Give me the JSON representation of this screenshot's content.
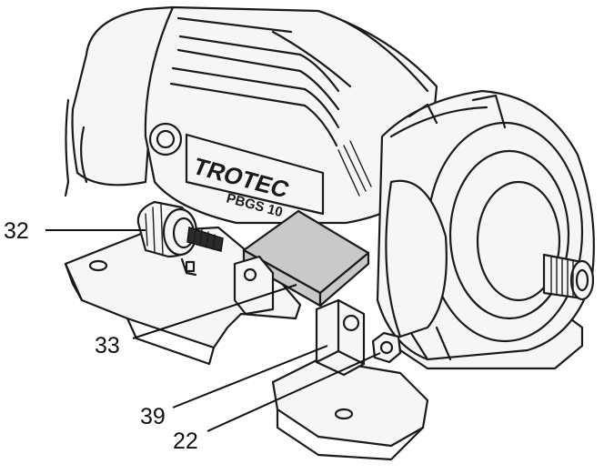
{
  "brand": {
    "logo_text": "TROTEC",
    "model_text": "PBGS 10"
  },
  "callouts": [
    {
      "label": "32"
    },
    {
      "label": "33"
    },
    {
      "label": "39"
    },
    {
      "label": "22"
    }
  ],
  "colors": {
    "line": "#1a1a1a",
    "bracket_fill": "#c9c9c9",
    "background": "#ffffff"
  }
}
